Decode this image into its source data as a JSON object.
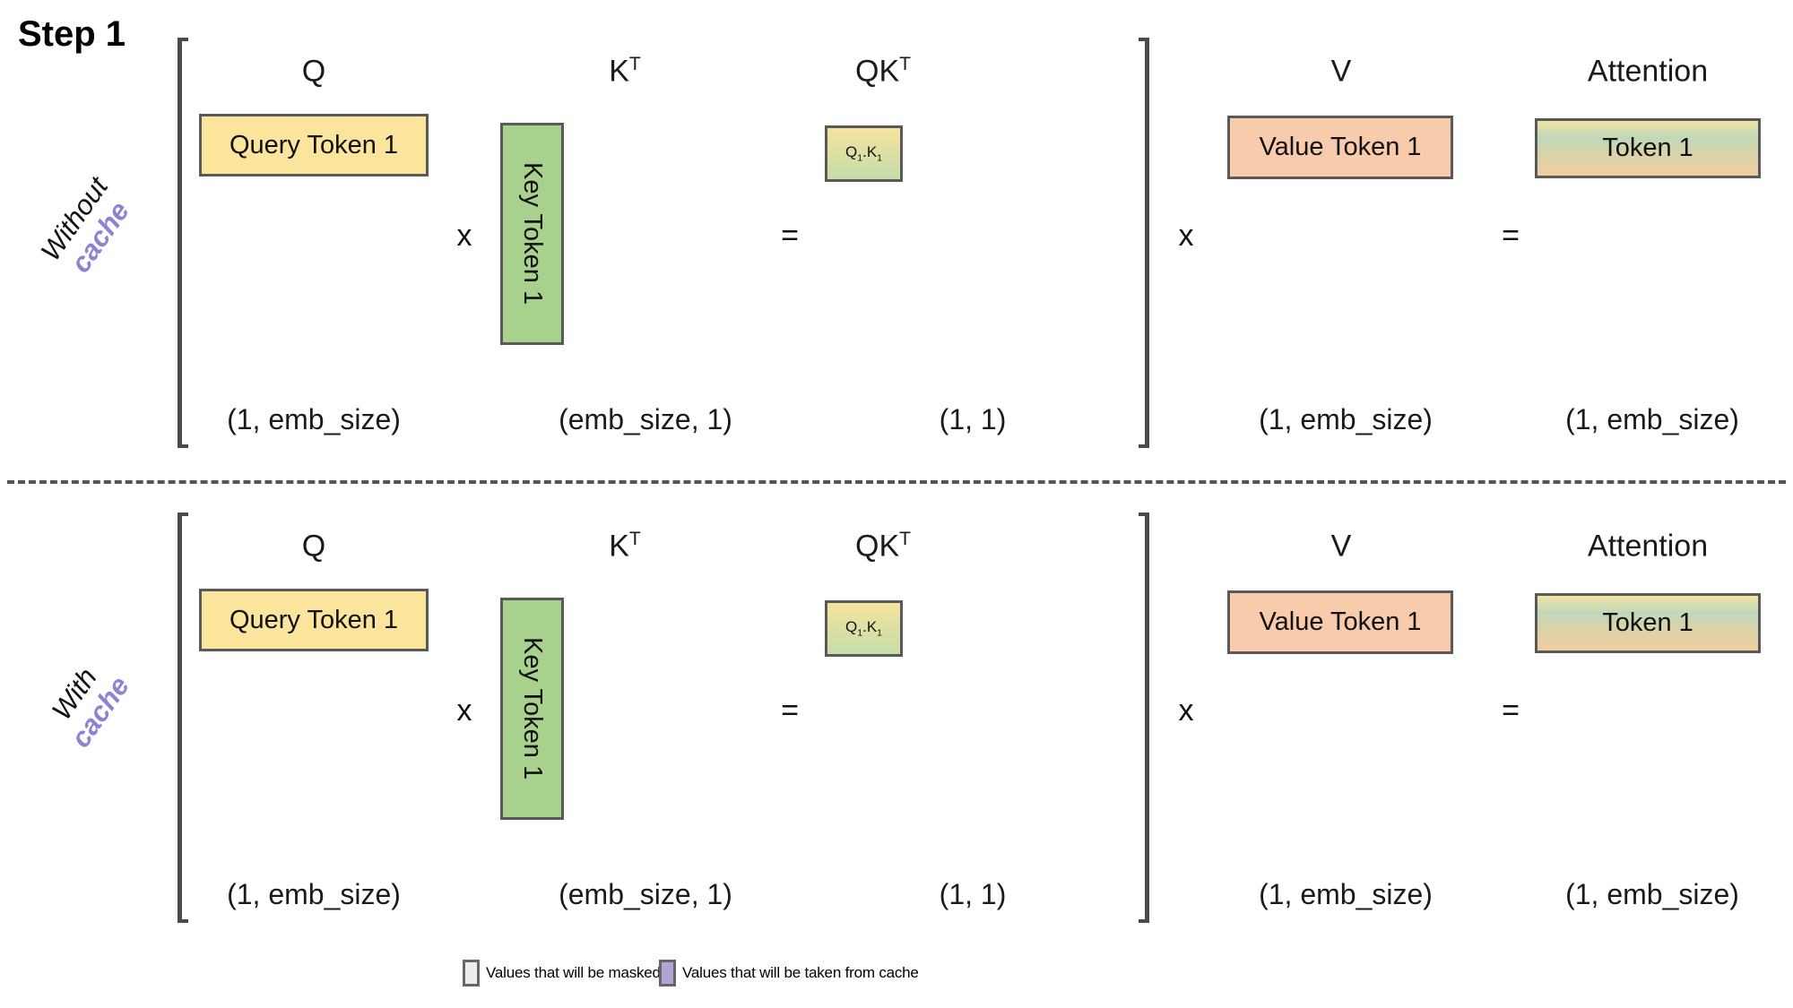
{
  "title": "Step 1",
  "colors": {
    "query_fill": "#FBE49C",
    "key_fill": "#A9D18E",
    "value_fill": "#F8CBAD",
    "purple": "#8D82D4",
    "qk_top": "#F5E39D",
    "qk_bottom": "#C5DDAA",
    "attn_y": "#F2E4A1",
    "attn_g": "#C0D8BB",
    "attn_t": "#D9D3A9",
    "attn_o": "#F0CDA1"
  },
  "sections": [
    {
      "row_label": {
        "line1": "Without",
        "line2": "cache"
      },
      "headers": [
        {
          "base": "Q",
          "sup": ""
        },
        {
          "base": "K",
          "sup": "T"
        },
        {
          "base": "QK",
          "sup": "T"
        },
        {
          "base": "V",
          "sup": ""
        },
        {
          "base": "Attention",
          "sup": ""
        }
      ],
      "boxes": {
        "query": "Query Token 1",
        "key": "Key Token 1",
        "qk": {
          "q": "Q",
          "q_sub": "1",
          "dot": ".",
          "k": "K",
          "k_sub": "1"
        },
        "value": "Value Token 1",
        "attention": "Token 1"
      },
      "operators": {
        "times": "x",
        "equals": "="
      },
      "dims": [
        "(1, emb_size)",
        "(emb_size, 1)",
        "(1, 1)",
        "(1, emb_size)",
        "(1, emb_size)"
      ]
    },
    {
      "row_label": {
        "line1": "With",
        "line2": "cache"
      },
      "headers": [
        {
          "base": "Q",
          "sup": ""
        },
        {
          "base": "K",
          "sup": "T"
        },
        {
          "base": "QK",
          "sup": "T"
        },
        {
          "base": "V",
          "sup": ""
        },
        {
          "base": "Attention",
          "sup": ""
        }
      ],
      "boxes": {
        "query": "Query Token 1",
        "key": "Key Token 1",
        "qk": {
          "q": "Q",
          "q_sub": "1",
          "dot": ".",
          "k": "K",
          "k_sub": "1"
        },
        "value": "Value Token 1",
        "attention": "Token 1"
      },
      "operators": {
        "times": "x",
        "equals": "="
      },
      "dims": [
        "(1, emb_size)",
        "(emb_size, 1)",
        "(1, 1)",
        "(1, emb_size)",
        "(1, emb_size)"
      ]
    }
  ],
  "legend": [
    {
      "label": "Values that will be masked",
      "color": "#EDEDED"
    },
    {
      "label": "Values that will be taken from cache",
      "color": "#B3A3D6"
    }
  ]
}
